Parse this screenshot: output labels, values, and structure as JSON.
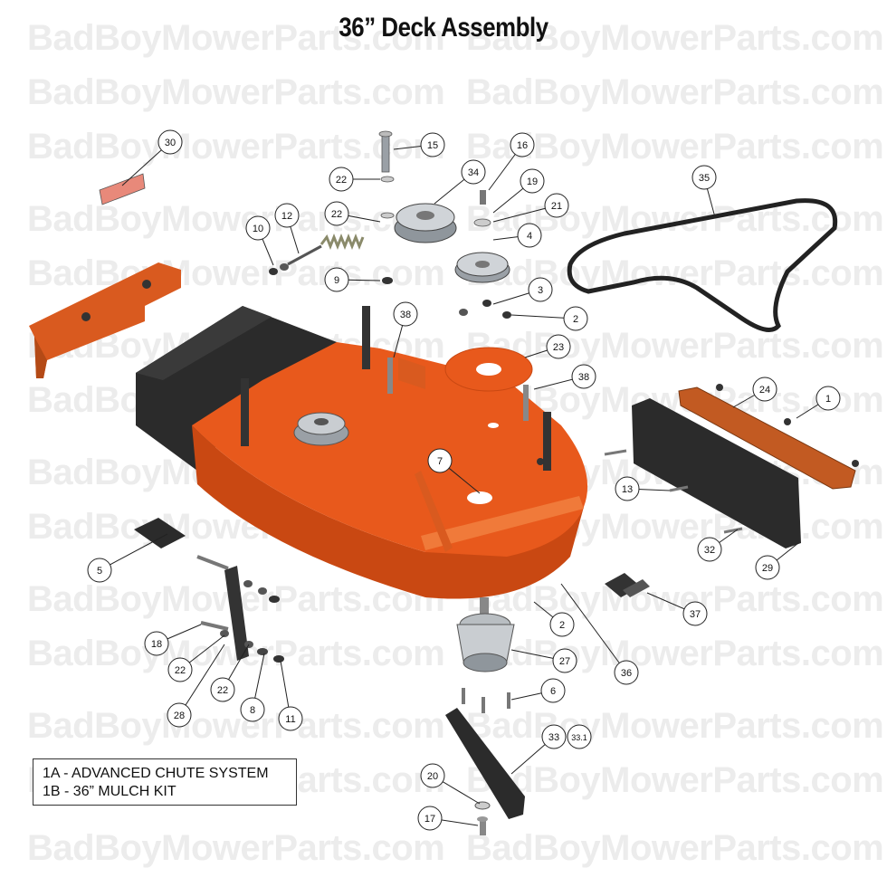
{
  "title": "36” Deck Assembly",
  "watermark": "BadBoyMowerParts.com",
  "notes": [
    "1A - ADVANCED CHUTE SYSTEM",
    "1B - 36” MULCH KIT"
  ],
  "colors": {
    "deck": "#e8591c",
    "deck_shade": "#c94812",
    "bracket": "#d95a1f",
    "dark": "#2b2b2b",
    "callout_line": "#222222"
  },
  "callouts": [
    {
      "label": "30"
    },
    {
      "label": "15"
    },
    {
      "label": "16"
    },
    {
      "label": "34"
    },
    {
      "label": "22"
    },
    {
      "label": "19"
    },
    {
      "label": "35"
    },
    {
      "label": "22"
    },
    {
      "label": "21"
    },
    {
      "label": "10"
    },
    {
      "label": "12"
    },
    {
      "label": "4"
    },
    {
      "label": "9"
    },
    {
      "label": "3"
    },
    {
      "label": "38"
    },
    {
      "label": "2"
    },
    {
      "label": "23"
    },
    {
      "label": "38"
    },
    {
      "label": "24"
    },
    {
      "label": "1"
    },
    {
      "label": "7"
    },
    {
      "label": "13"
    },
    {
      "label": "5"
    },
    {
      "label": "32"
    },
    {
      "label": "29"
    },
    {
      "label": "37"
    },
    {
      "label": "18"
    },
    {
      "label": "2"
    },
    {
      "label": "27"
    },
    {
      "label": "22"
    },
    {
      "label": "36"
    },
    {
      "label": "22"
    },
    {
      "label": "6"
    },
    {
      "label": "28"
    },
    {
      "label": "8"
    },
    {
      "label": "11"
    },
    {
      "label": "33"
    },
    {
      "label": "20"
    },
    {
      "label": "17"
    }
  ],
  "extra_label": "33.1"
}
